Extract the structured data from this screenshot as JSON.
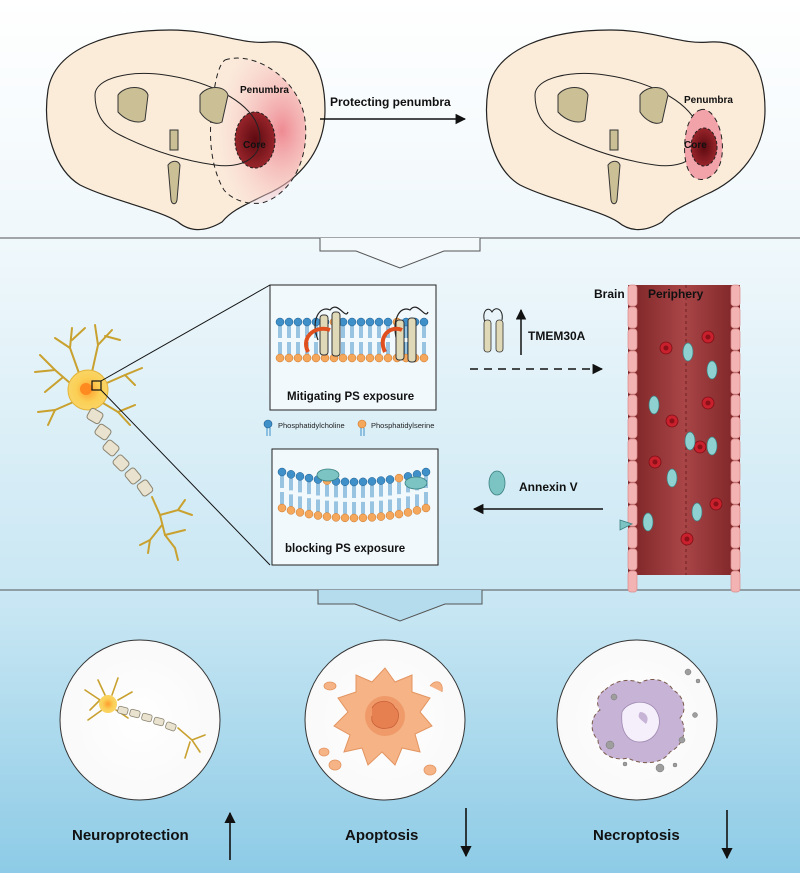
{
  "top": {
    "left_brain": {
      "penumbra_label": "Penumbra",
      "core_label": "Core"
    },
    "arrow_label": "Protecting penumbra",
    "right_brain": {
      "penumbra_label": "Penumbra",
      "core_label": "Core"
    }
  },
  "middle": {
    "membrane_top_label": "Mitigating PS exposure",
    "membrane_bottom_label": "blocking PS exposure",
    "legend": {
      "pc_label": "Phosphatidylcholine",
      "ps_label": "Phosphatidylserine"
    },
    "tmem_label": "TMEM30A",
    "annexin_label": "Annexin V",
    "vessel": {
      "brain_label": "Brain",
      "periphery_label": "Periphery"
    }
  },
  "bottom": {
    "outcomes": [
      {
        "label": "Neuroprotection",
        "trend": "up"
      },
      {
        "label": "Apoptosis",
        "trend": "down"
      },
      {
        "label": "Necroptosis",
        "trend": "down"
      }
    ]
  },
  "colors": {
    "bg_top": "#e8f4fa",
    "bg_bottom": "#9fd3ea",
    "vessel": "#9c3b3b",
    "penumbra": "#f3a7ab",
    "core": "#7a1016",
    "neuron": "#f6c94a",
    "pc_head": "#3f8fc9",
    "ps_head": "#f5a75c",
    "annexin": "#7cc4c4"
  }
}
